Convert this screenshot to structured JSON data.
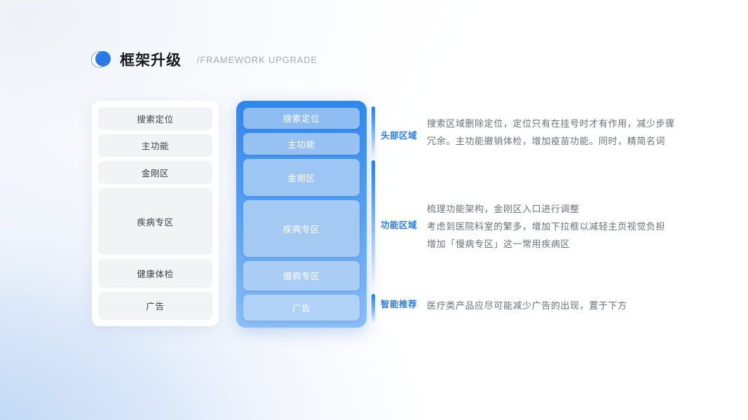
{
  "header": {
    "logo_icon": "overlapping-circles-icon",
    "title_cn": "框架升级",
    "title_en": "/FRAMEWORK UPGRADE"
  },
  "colors": {
    "accent": "#2b7ae4",
    "old_block": "#f2f3f5",
    "new_block": "#a6cbf4",
    "body_text": "#6b6f76"
  },
  "old_card": {
    "blocks": [
      {
        "label": "搜索定位",
        "height": 33
      },
      {
        "label": "主功能",
        "height": 33
      },
      {
        "label": "金刚区",
        "height": 33
      },
      {
        "label": "疾病专区",
        "height": 97
      },
      {
        "label": "健康体检",
        "height": 41
      },
      {
        "label": "广告",
        "height": 41
      }
    ]
  },
  "new_card": {
    "blocks": [
      {
        "label": "搜索定位",
        "height": 30
      },
      {
        "label": "主功能",
        "height": 32
      },
      {
        "label": "金刚区",
        "height": 54
      },
      {
        "label": "疾病专区",
        "height": 82
      },
      {
        "label": "慢病专区",
        "height": 42
      },
      {
        "label": "广告",
        "height": 38
      }
    ]
  },
  "annotations": [
    {
      "label": "头部区域",
      "lines": [
        "搜索区域删除定位，定位只有在挂号时才有作用，减少步骤",
        "冗余。主功能撤销体检，增加疫苗功能。同时，精简名词"
      ]
    },
    {
      "label": "功能区域",
      "lines": [
        "梳理功能架构，金刚区入口进行调整",
        "考虑到医院科室的繁多，增加下拉框以减轻主页视觉负担",
        "增加「慢病专区」这一常用疾病区"
      ]
    },
    {
      "label": "智能推荐",
      "lines": [
        "医疗类产品应尽可能减少广告的出现，置于下方"
      ]
    }
  ]
}
